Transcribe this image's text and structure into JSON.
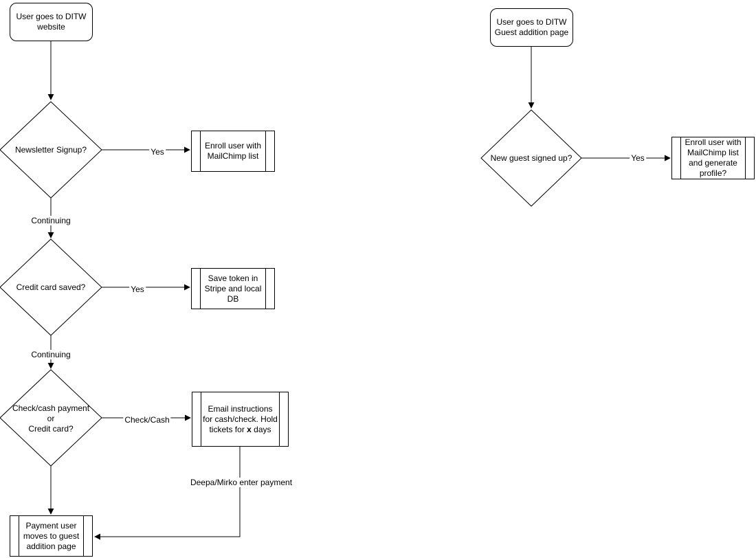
{
  "left_flow": {
    "start_label": "User goes to DITW\nwebsite",
    "decision1_label": "Newsletter Signup?",
    "yes1_label": "Yes",
    "process1_label": "Enroll user with\nMailChimp list",
    "continuing1_label": "Continuing",
    "decision2_label": "Credit card saved?",
    "yes2_label": "Yes",
    "process2_label": "Save token in\nStripe and local\nDB",
    "continuing2_label": "Continuing",
    "decision3_label": "Check/cash payment\nor\nCredit card?",
    "checkcash_label": "Check/Cash",
    "process3_pre": "Email instructions\nfor cash/check. Hold\ntickets for ",
    "process3_bold": "x",
    "process3_post": " days",
    "deepa_label": "Deepa/Mirko enter payment",
    "process4_label": "Payment user\nmoves to guest\naddition page"
  },
  "right_flow": {
    "start_label": "User goes to DITW\nGuest addition page",
    "decision_label": "New guest signed up?",
    "yes_label": "Yes",
    "process_label": "Enroll user with\nMailChimp list\nand generate\nprofile?"
  },
  "colors": {
    "stroke": "#000000",
    "fill": "#ffffff",
    "text": "#000000",
    "background": "#ffffff"
  }
}
